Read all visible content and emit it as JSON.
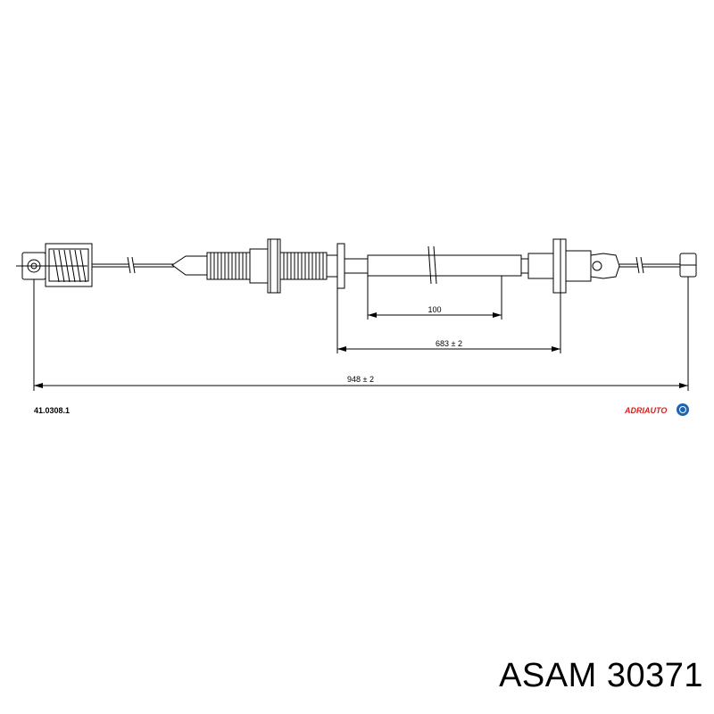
{
  "drawing": {
    "dimensions": {
      "inner_length": "100",
      "middle_length": "683 ± 2",
      "total_length": "948 ± 2"
    },
    "part_number": "41.0308.1",
    "brand_logo": "ADRIAUTO",
    "colors": {
      "line": "#000000",
      "logo_red": "#d62020",
      "logo_blue": "#1e64b4"
    }
  },
  "caption": "ASAM 30371"
}
